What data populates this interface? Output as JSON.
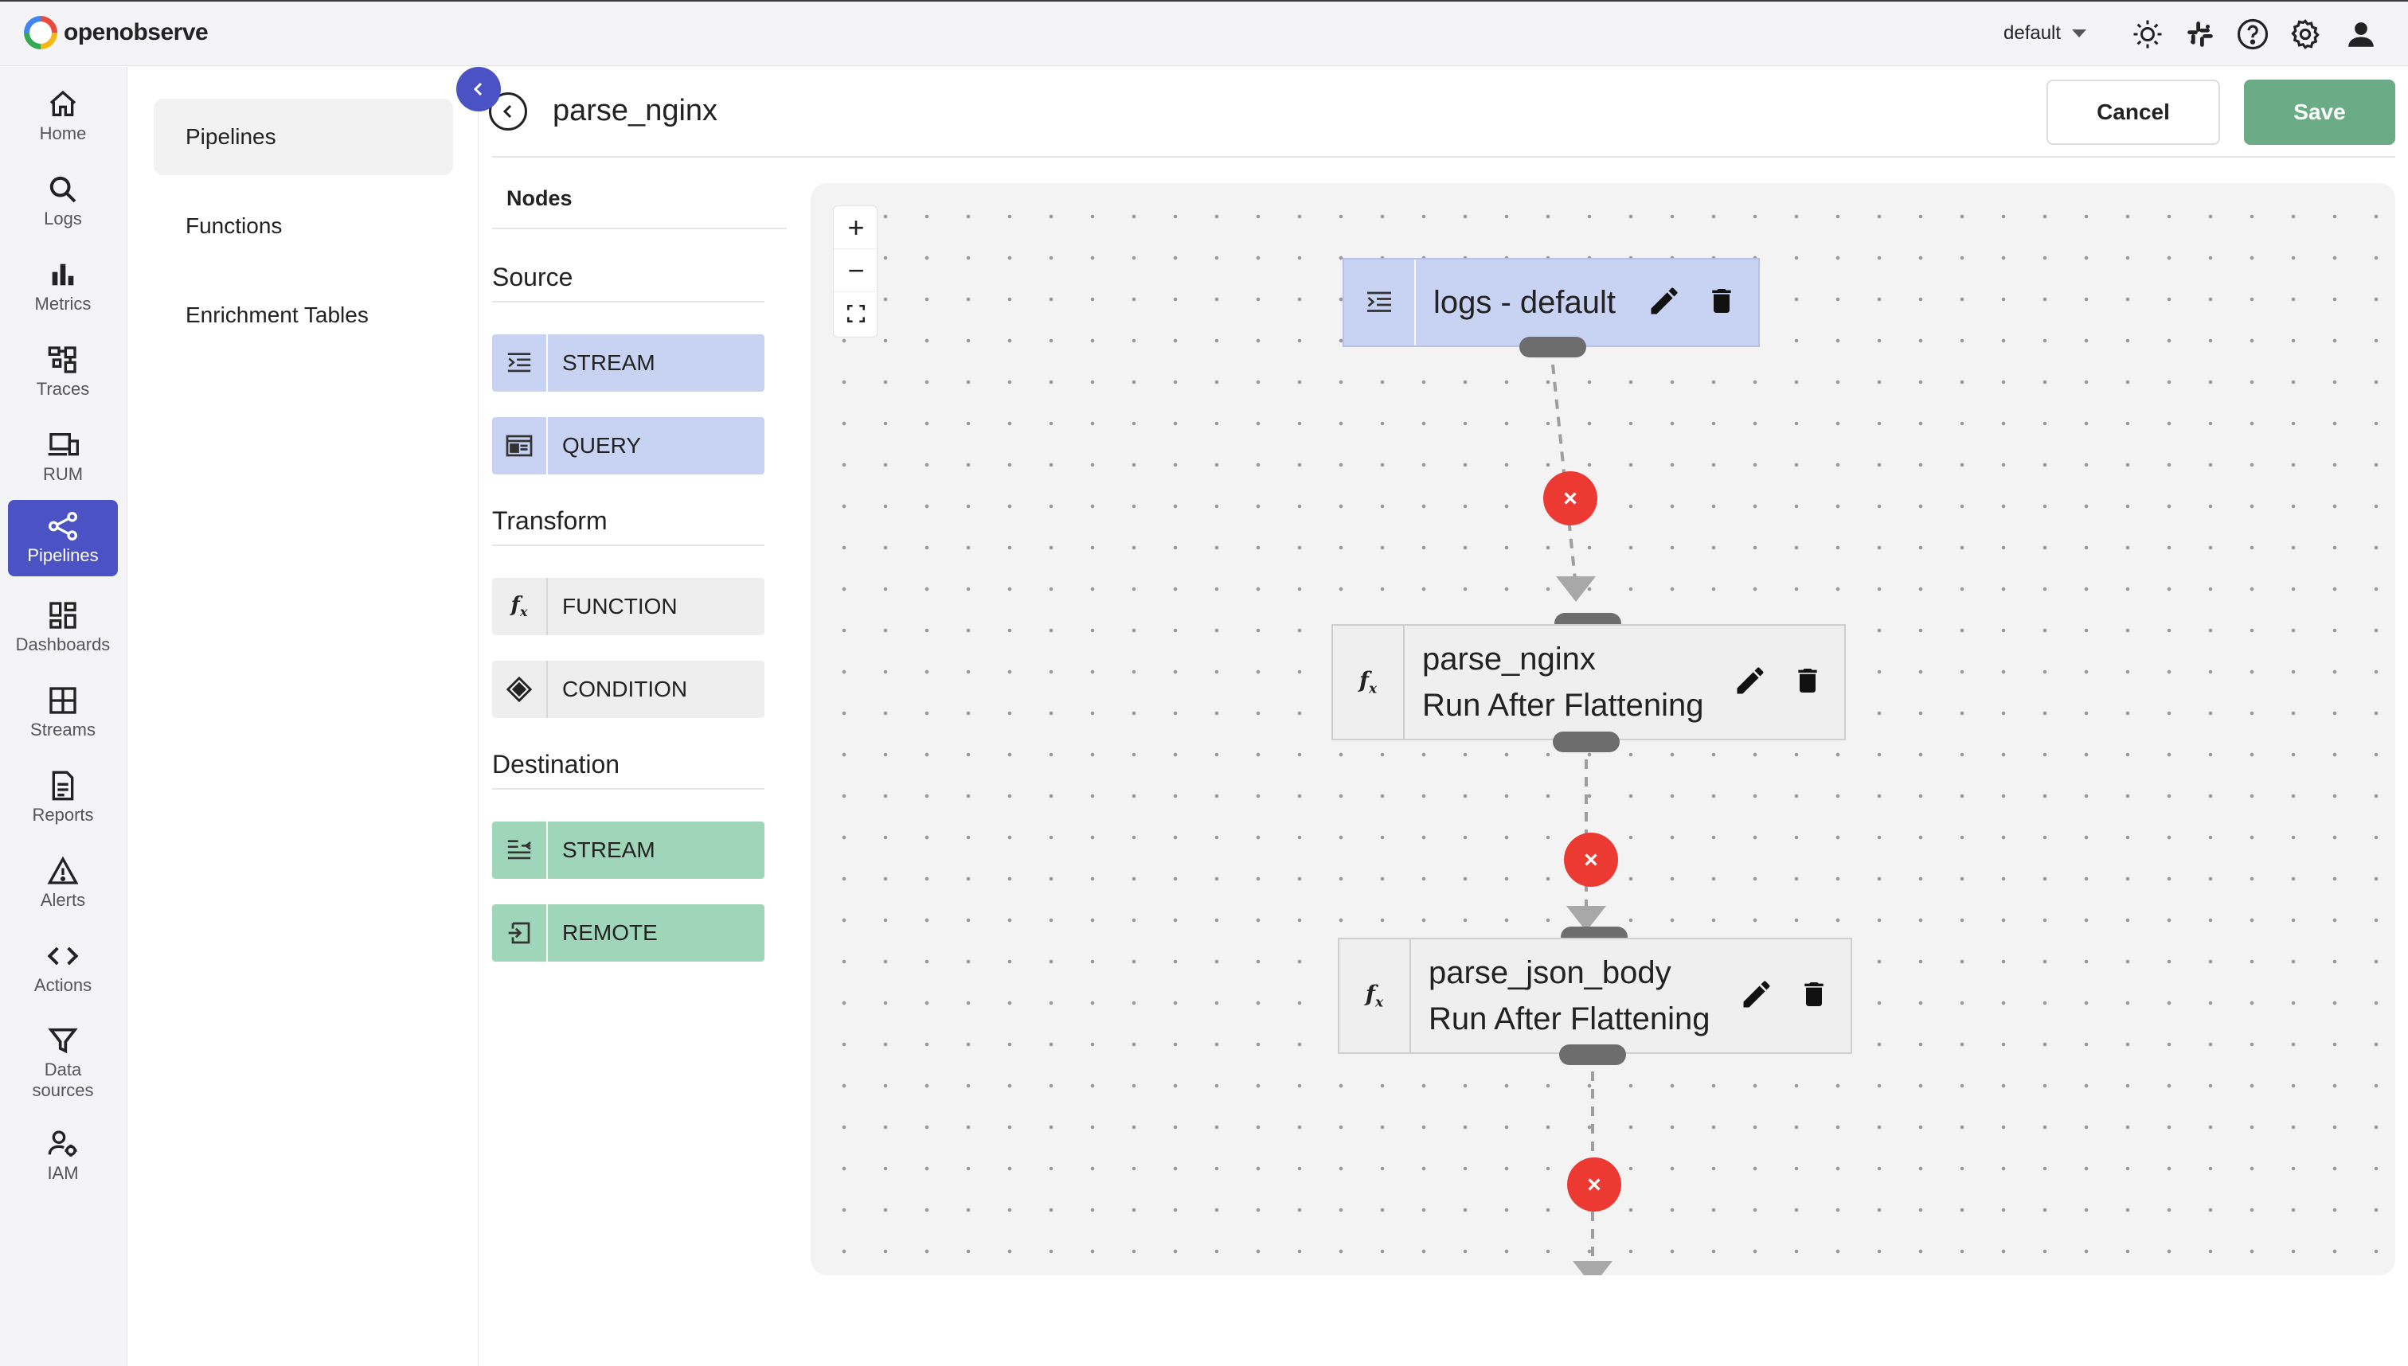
{
  "app": {
    "name": "openobserve",
    "org": "default"
  },
  "topbar": {
    "icons": [
      "theme-toggle-icon",
      "slack-icon",
      "help-icon",
      "settings-icon",
      "user-icon"
    ]
  },
  "sidebar": {
    "items": [
      {
        "label": "Home",
        "icon": "home-icon"
      },
      {
        "label": "Logs",
        "icon": "search-icon"
      },
      {
        "label": "Metrics",
        "icon": "bar-chart-icon"
      },
      {
        "label": "Traces",
        "icon": "traces-icon"
      },
      {
        "label": "RUM",
        "icon": "devices-icon"
      },
      {
        "label": "Pipelines",
        "icon": "share-icon",
        "active": true
      },
      {
        "label": "Dashboards",
        "icon": "dashboard-icon"
      },
      {
        "label": "Streams",
        "icon": "grid-icon"
      },
      {
        "label": "Reports",
        "icon": "document-icon"
      },
      {
        "label": "Alerts",
        "icon": "warning-icon"
      },
      {
        "label": "Actions",
        "icon": "code-icon"
      },
      {
        "label": "Data sources",
        "icon": "filter-icon"
      },
      {
        "label": "IAM",
        "icon": "user-settings-icon"
      }
    ]
  },
  "subnav": {
    "items": [
      "Pipelines",
      "Functions",
      "Enrichment Tables"
    ],
    "active": "Pipelines"
  },
  "header": {
    "title": "parse_nginx",
    "cancel_label": "Cancel",
    "save_label": "Save"
  },
  "palette": {
    "title": "Nodes",
    "source_label": "Source",
    "source": [
      "STREAM",
      "QUERY"
    ],
    "transform_label": "Transform",
    "transform": [
      "FUNCTION",
      "CONDITION"
    ],
    "destination_label": "Destination",
    "destination": [
      "STREAM",
      "REMOTE"
    ]
  },
  "canvas": {
    "zoom": {
      "in": "+",
      "out": "−"
    },
    "nodes": [
      {
        "type": "source-stream",
        "line1": "logs - default",
        "line2": ""
      },
      {
        "type": "function",
        "line1": "parse_nginx",
        "line2": "Run After Flattening"
      },
      {
        "type": "function",
        "line1": "parse_json_body",
        "line2": "Run After Flattening"
      }
    ]
  },
  "colors": {
    "accent": "#4b52c4",
    "save": "#6bab85",
    "source": "#c8d2f2",
    "destination": "#9fd6ba",
    "delete_edge": "#ec3a32"
  }
}
